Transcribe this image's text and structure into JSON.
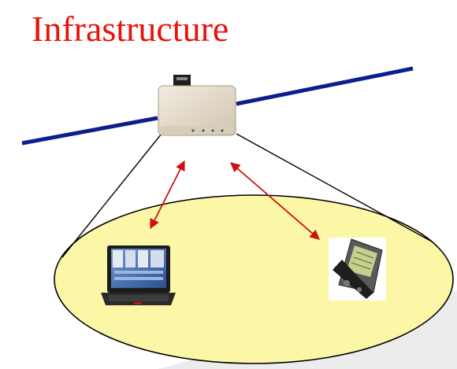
{
  "slide": {
    "title": "Infrastructure"
  },
  "diagram": {
    "backbone_color": "#0b1f8c",
    "coverage_fill": "#fbf7a6",
    "arrow_color": "#cc1111",
    "nodes": [
      {
        "id": "access-point",
        "icon": "access-point-icon"
      },
      {
        "id": "laptop",
        "icon": "laptop-icon"
      },
      {
        "id": "pda",
        "icon": "pda-icon"
      }
    ]
  }
}
